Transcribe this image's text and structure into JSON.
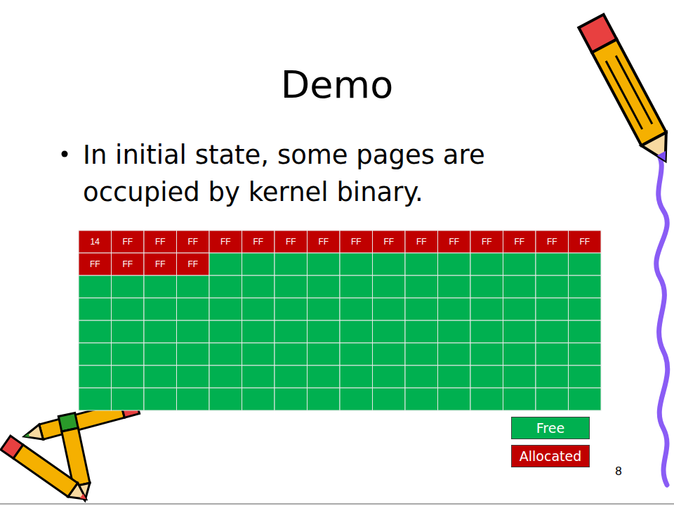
{
  "diagram": {
    "title": "Demo",
    "labels": [
      "In initial state, some pages are occupied by kernel binary.",
      "14",
      "FF",
      "FF",
      "FF",
      "FF",
      "FF",
      "FF",
      "FF",
      "FF",
      "FF",
      "FF",
      "FF",
      "FF",
      "FF",
      "FF",
      "FF",
      "FF",
      "FF",
      "FF",
      "FF",
      "8"
    ],
    "legend": [
      {
        "text": "Free",
        "color": "#00b050"
      },
      {
        "text": "Allocated",
        "color": "#c00000"
      }
    ]
  }
}
